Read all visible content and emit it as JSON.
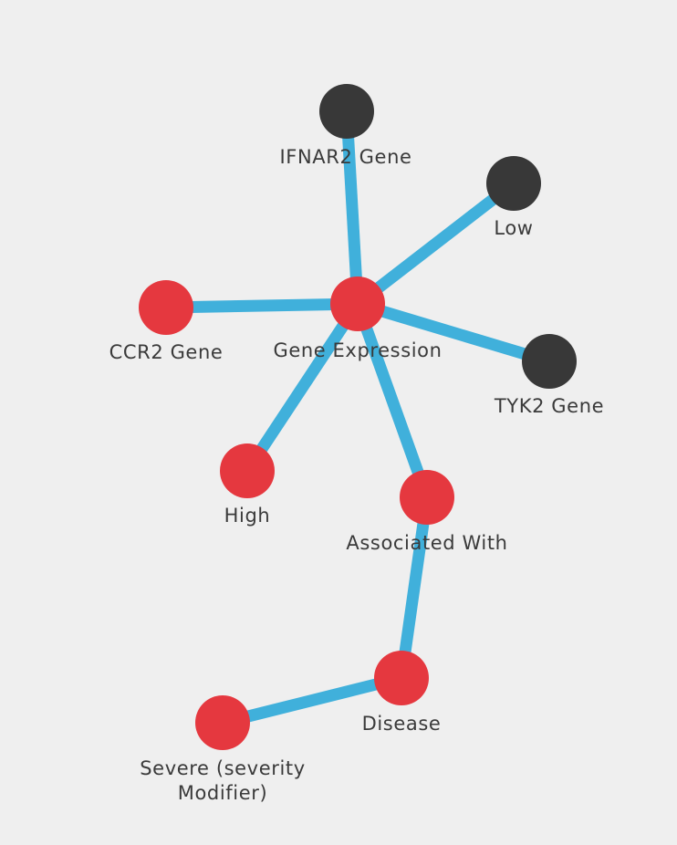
{
  "graph": {
    "colors": {
      "background": "#efefef",
      "edge": "#40b0db",
      "highlighted_node": "#e5383f",
      "other_node": "#383838",
      "label": "#3a3a3a"
    },
    "nodes": [
      {
        "id": "ifnar2",
        "label": "IFNAR2 Gene",
        "highlighted": false
      },
      {
        "id": "low",
        "label": "Low",
        "highlighted": false
      },
      {
        "id": "ccr2",
        "label": "CCR2 Gene",
        "highlighted": true
      },
      {
        "id": "gene_expression",
        "label": "Gene Expression",
        "highlighted": true
      },
      {
        "id": "tyk2",
        "label": "TYK2 Gene",
        "highlighted": false
      },
      {
        "id": "high",
        "label": "High",
        "highlighted": true
      },
      {
        "id": "associated_with",
        "label": "Associated With",
        "highlighted": true
      },
      {
        "id": "disease",
        "label": "Disease",
        "highlighted": true
      },
      {
        "id": "severe",
        "label_lines": [
          "Severe (severity",
          "Modifier)"
        ],
        "highlighted": true
      }
    ],
    "edges": [
      {
        "from": "gene_expression",
        "to": "ifnar2"
      },
      {
        "from": "gene_expression",
        "to": "low"
      },
      {
        "from": "gene_expression",
        "to": "ccr2"
      },
      {
        "from": "gene_expression",
        "to": "tyk2"
      },
      {
        "from": "gene_expression",
        "to": "high"
      },
      {
        "from": "gene_expression",
        "to": "associated_with"
      },
      {
        "from": "associated_with",
        "to": "disease"
      },
      {
        "from": "disease",
        "to": "severe"
      }
    ]
  }
}
